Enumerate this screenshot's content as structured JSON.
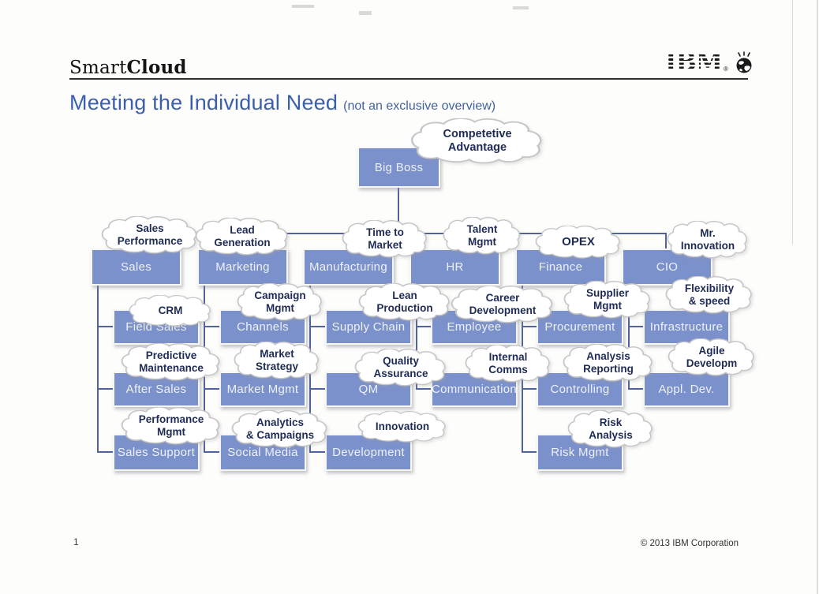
{
  "header": {
    "brand": {
      "part1": "Smart",
      "part2": "Cloud"
    },
    "ibm": {
      "text": "IBM",
      "registered": "®"
    }
  },
  "title": {
    "main": "Meeting the Individual Need",
    "sub": "(not an exclusive overview)"
  },
  "footer": {
    "page_number": "1",
    "copyright": "© 2013 IBM Corporation"
  },
  "colors": {
    "box_fill": "#7b91cc",
    "box_text": "#eef1f8",
    "box_border": "#f7f7f5",
    "cloud_outline": "#c6c6c6",
    "cloud_text": "#1e2b55",
    "connector": "#51639f",
    "title_blue": "#3b5fae"
  },
  "diagram": {
    "root": {
      "label": "Big Boss",
      "cloud": "Competetive\nAdvantage"
    },
    "columns": [
      {
        "label": "Sales",
        "cloud": "Sales\nPerformance",
        "children": [
          {
            "label": "Field Sales",
            "cloud": "CRM"
          },
          {
            "label": "After Sales",
            "cloud": "Predictive\nMaintenance"
          },
          {
            "label": "Sales Support",
            "cloud": "Performance\nMgmt"
          }
        ]
      },
      {
        "label": "Marketing",
        "cloud": "Lead\nGeneration",
        "children": [
          {
            "label": "Channels",
            "cloud": "Campaign\nMgmt"
          },
          {
            "label": "Market Mgmt",
            "cloud": "Market\nStrategy"
          },
          {
            "label": "Social Media",
            "cloud": "Analytics\n& Campaigns"
          }
        ]
      },
      {
        "label": "Manufacturing",
        "cloud": "Time to\nMarket",
        "children": [
          {
            "label": "Supply Chain",
            "cloud": "Lean\nProduction"
          },
          {
            "label": "QM",
            "cloud": "Quality\nAssurance"
          },
          {
            "label": "Development",
            "cloud": "Innovation"
          }
        ]
      },
      {
        "label": "HR",
        "cloud": "Talent\nMgmt",
        "children": [
          {
            "label": "Employee",
            "cloud": "Career\nDevelopment"
          },
          {
            "label": "Communication",
            "cloud": "Internal\nComms"
          }
        ]
      },
      {
        "label": "Finance",
        "cloud": "OPEX",
        "children": [
          {
            "label": "Procurement",
            "cloud": "Supplier\nMgmt"
          },
          {
            "label": "Controlling",
            "cloud": "Analysis\nReporting"
          },
          {
            "label": "Risk Mgmt",
            "cloud": "Risk\nAnalysis"
          }
        ]
      },
      {
        "label": "CIO",
        "cloud": "Mr.\nInnovation",
        "children": [
          {
            "label": "Infrastructure",
            "cloud": "Flexibility\n& speed"
          },
          {
            "label": "Appl. Dev.",
            "cloud": "Agile\nDevelopm"
          }
        ]
      }
    ]
  }
}
